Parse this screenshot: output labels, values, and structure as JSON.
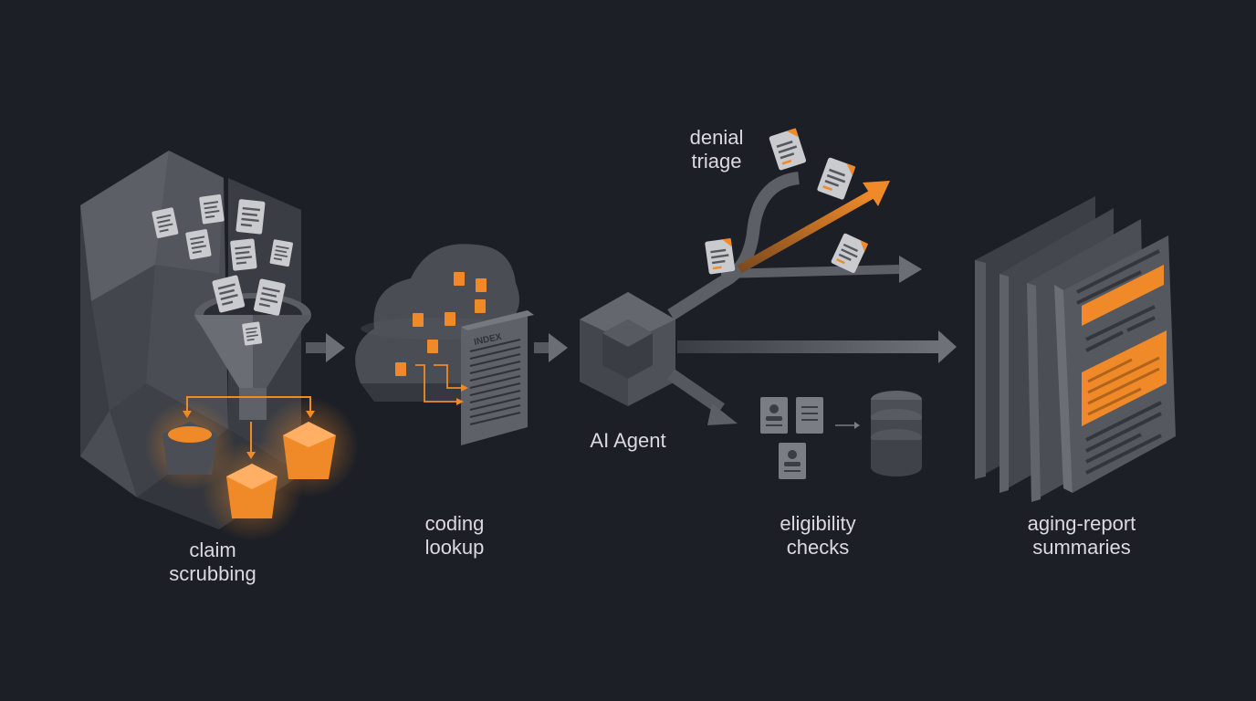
{
  "labels": {
    "claim_scrubbing": [
      "claim",
      "scrubbing"
    ],
    "coding_lookup": [
      "coding",
      "lookup"
    ],
    "ai_agent": "AI Agent",
    "denial_triage": [
      "denial",
      "triage"
    ],
    "eligibility_checks": [
      "eligibility",
      "checks"
    ],
    "aging_report_summaries": [
      "aging-report",
      "summaries"
    ]
  },
  "index_label": "INDEX",
  "colors": {
    "background": "#1c1f26",
    "accent": "#f08a28",
    "shape": "#55585f",
    "text": "#d9dbe0"
  }
}
